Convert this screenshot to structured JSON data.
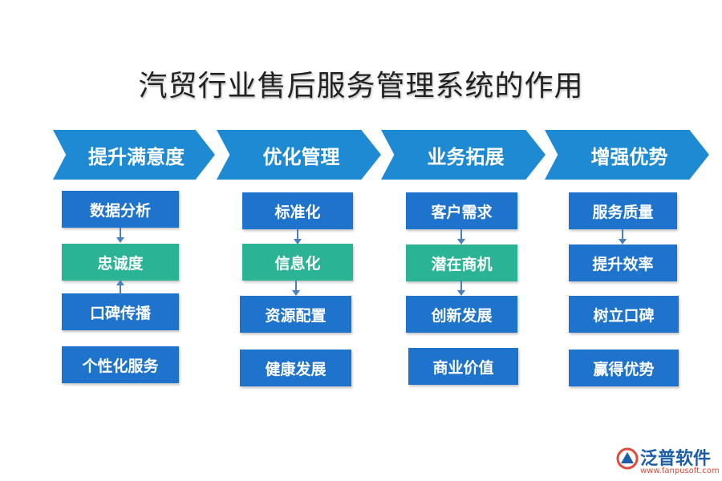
{
  "title": "汽贸行业售后服务管理系统的作用",
  "columns": [
    {
      "header": "提升满意度",
      "items": [
        "数据分析",
        "忠诚度",
        "口碑传播",
        "个性化服务"
      ]
    },
    {
      "header": "优化管理",
      "items": [
        "标准化",
        "信息化",
        "资源配置",
        "健康发展"
      ]
    },
    {
      "header": "业务拓展",
      "items": [
        "客户需求",
        "潜在商机",
        "创新发展",
        "商业价值"
      ]
    },
    {
      "header": "增强优势",
      "items": [
        "服务质量",
        "提升效率",
        "树立口碑",
        "赢得优势"
      ]
    }
  ],
  "colors": {
    "header": "#1f8ad4",
    "box_blue": "#1e73cc",
    "box_teal": "#2ab394",
    "arrow": "#4a7fc0"
  },
  "logo": {
    "name": "泛普软件",
    "url": "www.fanpusoft.com",
    "icon": "fanpu-logo-icon"
  }
}
